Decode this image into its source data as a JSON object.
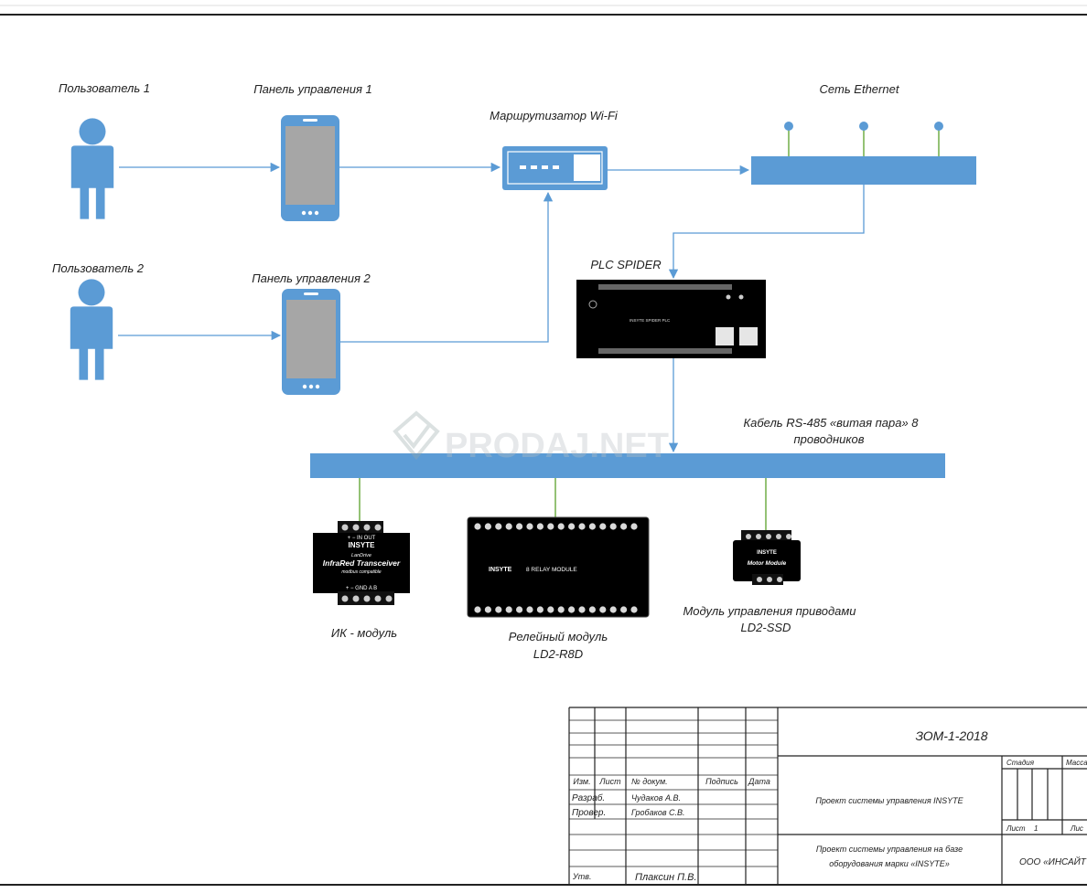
{
  "diagram": {
    "labels": {
      "user1": "Пользователь 1",
      "user2": "Пользователь 2",
      "panel1": "Панель управления 1",
      "panel2": "Панель управления 2",
      "router": "Маршрутизатор Wi-Fi",
      "ethernet": "Сеть Ethernet",
      "plc": "PLC SPIDER",
      "cable_line1": "Кабель RS-485 «витая пара» 8",
      "cable_line2": "проводников",
      "ir_module": "ИК - модуль",
      "relay_line1": "Релейный модуль",
      "relay_line2": "LD2-R8D",
      "drive_line1": "Модуль управления приводами",
      "drive_line2": "LD2-SSD"
    },
    "device_text": {
      "plc_brand": "INSYTE SPIDER PLC",
      "ir_brand": "INSYTE",
      "ir_sub": "LanDrive",
      "ir_name": "InfraRed Transceiver",
      "ir_compat": "modbus compatible",
      "ir_top_pins": "+  −  IN OUT",
      "ir_bottom_pins": "+  −  GND  A   B",
      "relay_brand": "INSYTE",
      "relay_name": "8 RELAY MODULE",
      "drive_brand": "INSYTE",
      "drive_name": "Motor Module"
    },
    "watermark": "PRODAJ.NET",
    "colors": {
      "accent": "#5b9bd5",
      "line": "#5b9bd5",
      "green_line": "#70ad47",
      "device_dark": "#000000",
      "screen_gray": "#a6a6a6"
    }
  },
  "stamp": {
    "code": "ЗОМ-1-2018",
    "headers": {
      "izm": "Изм.",
      "list": "Лист",
      "doc_no": "№ докум.",
      "sign": "Подпись",
      "date": "Дата"
    },
    "rows": [
      {
        "role": "Разраб.",
        "name": "Чудаков А.В."
      },
      {
        "role": "Провер.",
        "name": "Гробаков С.В."
      },
      {
        "role": "Утв.",
        "name": "Плаксин П.В."
      }
    ],
    "title": "Проект системы управления INSYTE",
    "subtitle_line1": "Проект системы управления на базе",
    "subtitle_line2": "оборудования марки «INSYTE»",
    "stage_header": "Стадия",
    "mass_header": "Масса",
    "sheet_label": "Лист",
    "sheet_no": "1",
    "sheets_label": "Лис",
    "company": "ООО «ИНСАЙТ Эл"
  }
}
